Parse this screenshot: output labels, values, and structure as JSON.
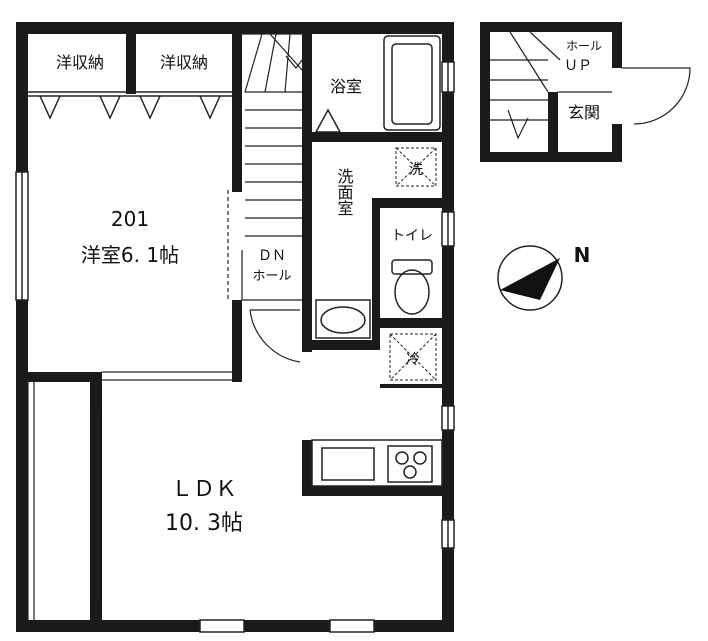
{
  "plan": {
    "storage_left": "洋収納",
    "storage_right": "洋収納",
    "bedroom_number": "201",
    "bedroom_label": "洋室6. 1帖",
    "dn_label": "ＤＮ",
    "hall_label": "ホール",
    "bath_label": "浴室",
    "washer_symbol": "洗",
    "washroom_label": "洗面室",
    "toilet_label": "トイレ",
    "fridge_symbol": "冷",
    "ldk_label": "ＬＤＫ",
    "ldk_size": "10. 3帖",
    "entrance_hall_label": "ホール",
    "up_label": "ＵＰ",
    "entrance_label": "玄関",
    "north_label": "N"
  },
  "colors": {
    "wall": "#1a1a1a",
    "line": "#222222",
    "background": "#ffffff"
  }
}
